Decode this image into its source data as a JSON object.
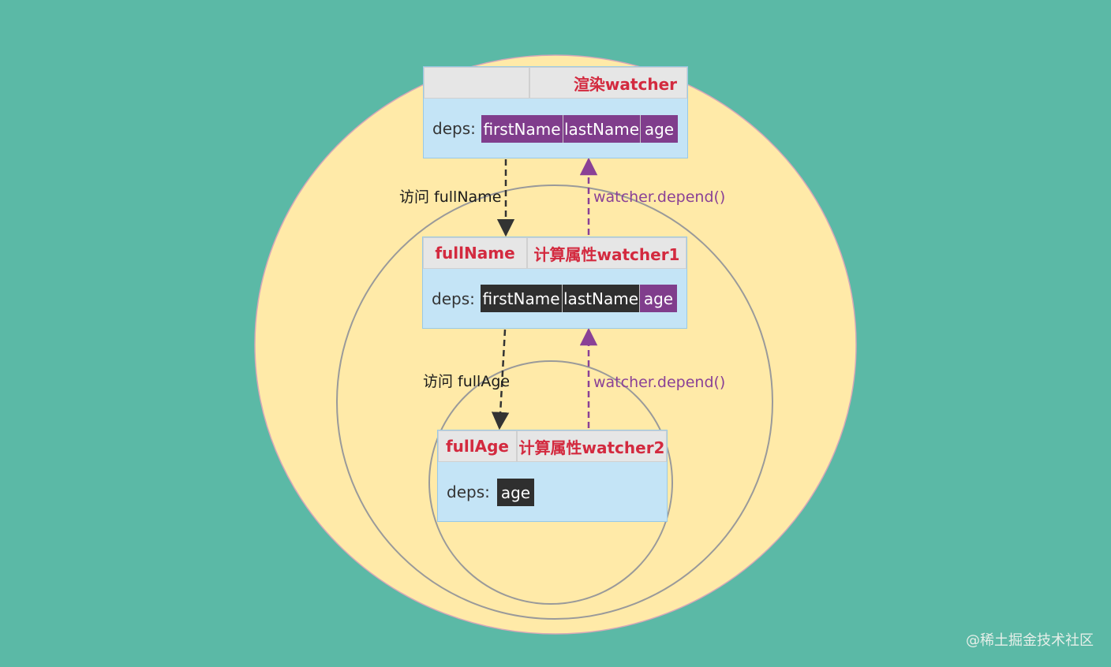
{
  "render_watcher": {
    "header_left": "",
    "header_right": "渲染watcher",
    "deps_label": "deps:",
    "deps": [
      "firstName",
      "lastName",
      "age"
    ]
  },
  "computed_watcher_1": {
    "name": "fullName",
    "title": "计算属性watcher1",
    "deps_label": "deps:",
    "deps": [
      "firstName",
      "lastName",
      "age"
    ]
  },
  "computed_watcher_2": {
    "name": "fullAge",
    "title": "计算属性watcher2",
    "deps_label": "deps:",
    "deps": [
      "age"
    ]
  },
  "arrows": {
    "access_fullname": "访问 fullName",
    "access_fullage": "访问 fullAge",
    "depend_1": "watcher.depend()",
    "depend_2": "watcher.depend()"
  },
  "colors": {
    "background": "#5bb9a6",
    "outer_circle": "#ffeaa8",
    "card": "#c4e4f6",
    "header": "#e6e6e6",
    "title_red": "#d32a3f",
    "dep_active": "#803d8c",
    "dep_inactive": "#2f2f2f",
    "depend_arrow": "#8a4196"
  },
  "watermark": "@稀土掘金技术社区"
}
